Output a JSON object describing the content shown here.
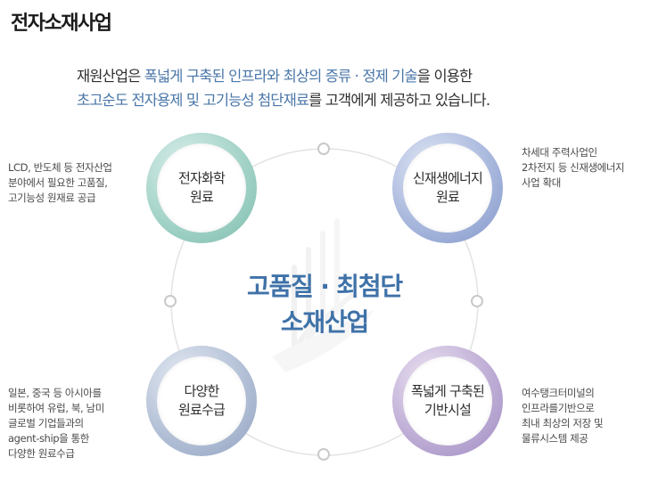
{
  "page_title": "전자소재사업",
  "intro": {
    "line1": [
      {
        "text": "재원산업은 ",
        "highlight": false
      },
      {
        "text": "폭넓게 구축된 인프라와 최상의 증류 · 정제 기술",
        "highlight": true
      },
      {
        "text": "을 이용한",
        "highlight": false
      }
    ],
    "line2": [
      {
        "text": "초고순도 전자용제 및 고기능성 첨단재료",
        "highlight": true
      },
      {
        "text": "를 고객에게 제공하고 있습니다.",
        "highlight": false
      }
    ]
  },
  "center": {
    "line1": "고품질 · 최첨단",
    "line2": "소재산업"
  },
  "segments": {
    "top_left": {
      "label_line1": "전자화학",
      "label_line2": "원료",
      "note": [
        "LCD, 반도체 등 전자산업",
        "분야에서 필요한 고품질,",
        "고기능성 원재료 공급"
      ]
    },
    "top_right": {
      "label_line1": "신재생에너지",
      "label_line2": "원료",
      "note": [
        "차세대 주력사업인",
        "2차전지 등 신재생에너지",
        "사업 확대"
      ]
    },
    "bottom_left": {
      "label_line1": "다양한",
      "label_line2": "원료수급",
      "note": [
        "일본, 중국 등 아시아를",
        "비롯하여 유럽, 북, 남미",
        "글로벌 기업들과의",
        "agent-ship을 통한",
        "다양한 원료수급"
      ]
    },
    "bottom_right": {
      "label_line1": "폭넓게 구축된",
      "label_line2": "기반시설",
      "note": [
        "여수탱크터미널의",
        "인프라를기반으로",
        "최내 최상의 저장 및",
        "물류시스템 제공"
      ]
    }
  },
  "colors": {
    "accent_blue": "#4a76a8",
    "center_text": "#3f72a8",
    "ring_teal": "#7dbcae",
    "ring_blue": "#8297c9",
    "ring_slate": "#92a3c2",
    "ring_purple": "#a08cc3"
  }
}
